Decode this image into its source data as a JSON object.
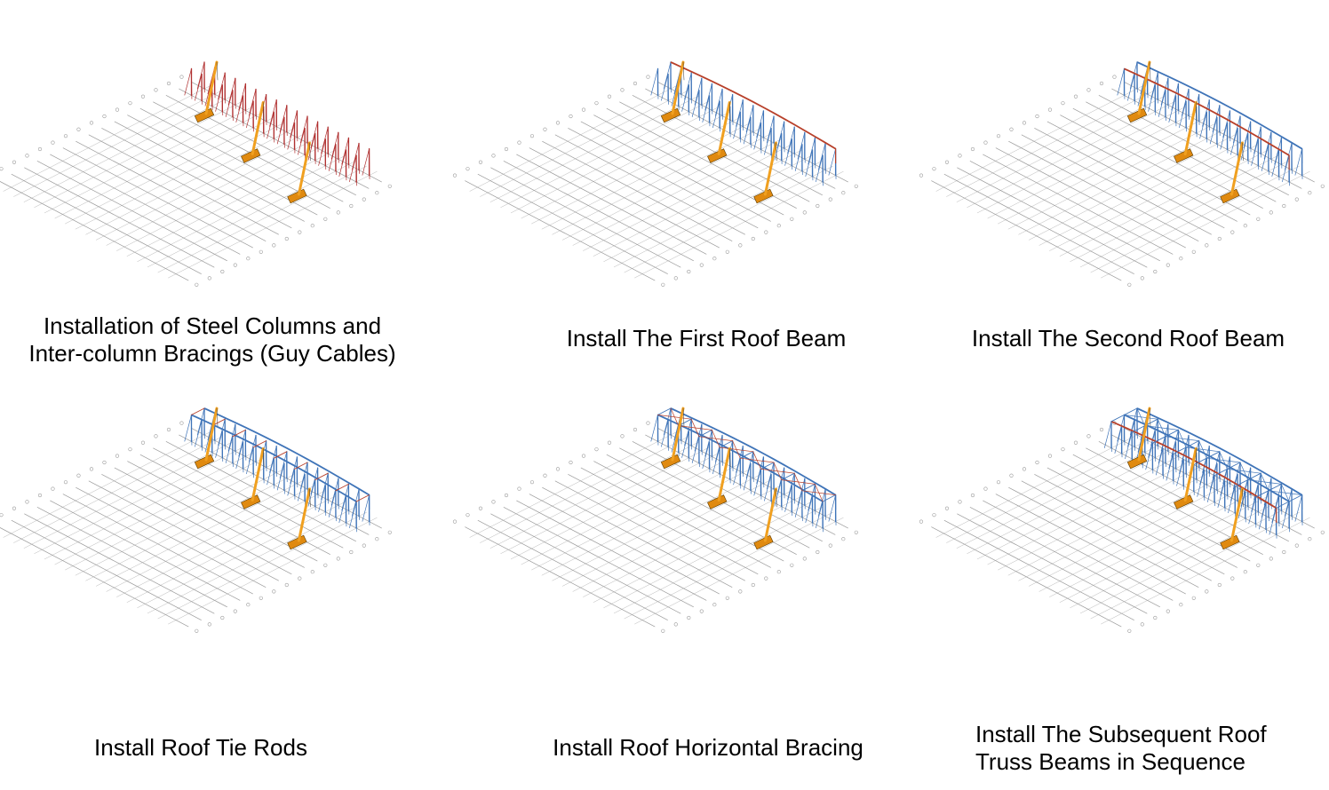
{
  "colors": {
    "grid": "#9a9a9a",
    "columns_new": "#b03030",
    "structure_done": "#3f74b8",
    "highlight": "#b8402a",
    "crane": "#f0a020",
    "crane_body": "#e08a10"
  },
  "steps": [
    {
      "id": "step-1",
      "caption": "Installation of Steel Columns and\nInter-column Bracings (Guy Cables)",
      "stage": "columns",
      "stage_level": 0
    },
    {
      "id": "step-2",
      "caption": "Install The First Roof Beam",
      "stage": "first-beam",
      "stage_level": 1
    },
    {
      "id": "step-3",
      "caption": "Install The Second Roof Beam",
      "stage": "second-beam",
      "stage_level": 2
    },
    {
      "id": "step-4",
      "caption": "Install Roof Tie Rods",
      "stage": "tie-rods",
      "stage_level": 3
    },
    {
      "id": "step-5",
      "caption": "Install Roof Horizontal Bracing",
      "stage": "horizontal-bracing",
      "stage_level": 4
    },
    {
      "id": "step-6",
      "caption": "Install The Subsequent Roof\nTruss Beams in Sequence",
      "stage": "subsequent-trusses",
      "stage_level": 5
    }
  ]
}
